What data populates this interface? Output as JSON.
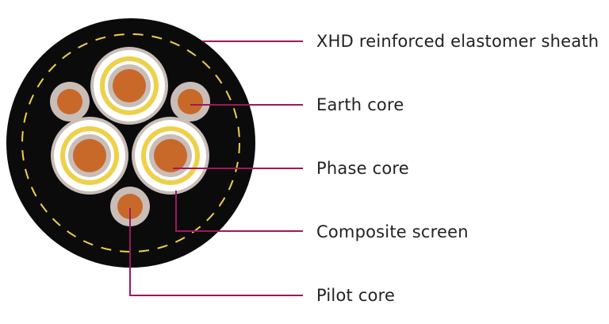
{
  "colors": {
    "sheath": "#0b0b0b",
    "dash": "#f0d04a",
    "screen_gray": "#c9bdb8",
    "white_layer": "#ffffff",
    "yellow_layer": "#eed04a",
    "copper": "#c8692a",
    "leader": "#a0175f",
    "label_text": "#222222"
  },
  "labels": {
    "sheath": "XHD reinforced elastomer sheath",
    "earth_core": "Earth core",
    "phase_core": "Phase core",
    "composite_screen": "Composite screen",
    "pilot_core": "Pilot core"
  }
}
